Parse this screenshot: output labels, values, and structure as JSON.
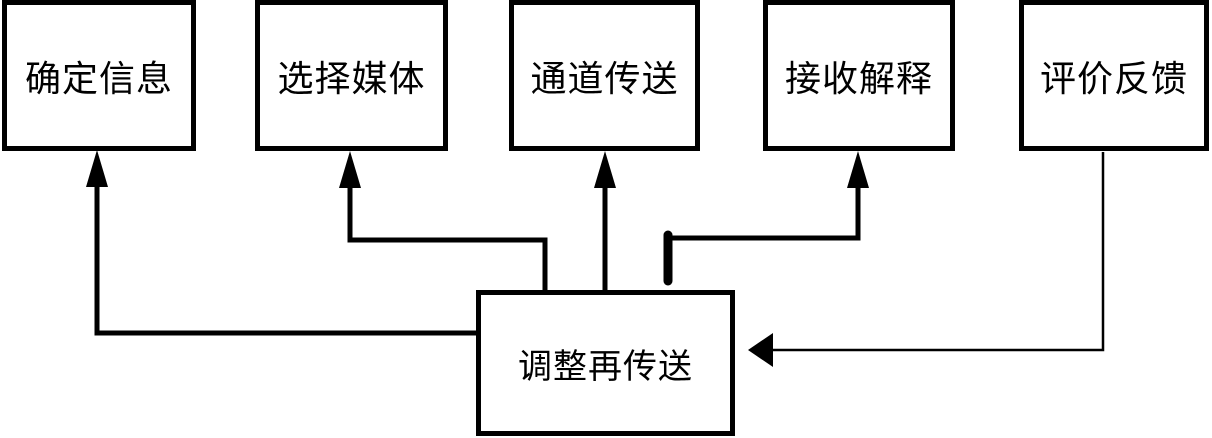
{
  "diagram": {
    "background_color": "#ffffff",
    "stroke_color": "#000000",
    "nodes": [
      {
        "id": "determine-info",
        "label": "确定信息"
      },
      {
        "id": "select-media",
        "label": "选择媒体"
      },
      {
        "id": "channel-transmit",
        "label": "通道传送"
      },
      {
        "id": "receive-interpret",
        "label": "接收解释"
      },
      {
        "id": "feedback-evaluate",
        "label": "评价反馈"
      },
      {
        "id": "adjust-resend",
        "label": "调整再传送"
      }
    ],
    "edges": [
      {
        "from": "adjust-resend",
        "to": "determine-info",
        "style": "thick-elbow"
      },
      {
        "from": "adjust-resend",
        "to": "select-media",
        "style": "thick-elbow"
      },
      {
        "from": "adjust-resend",
        "to": "channel-transmit",
        "style": "thick-straight"
      },
      {
        "from": "adjust-resend",
        "to": "receive-interpret",
        "style": "thick-elbow"
      },
      {
        "from": "feedback-evaluate",
        "to": "adjust-resend",
        "style": "thin-elbow"
      }
    ]
  }
}
